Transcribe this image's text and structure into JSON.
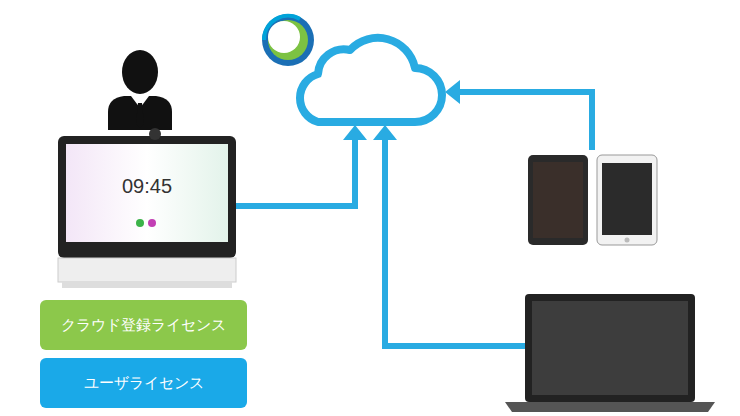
{
  "diagram": {
    "nodes": [
      {
        "text": [
          "クラウド登録ライセンス"
        ]
      },
      {
        "text": [
          "ユーザライセンス"
        ]
      }
    ],
    "labels": [
      "09:45"
    ]
  }
}
